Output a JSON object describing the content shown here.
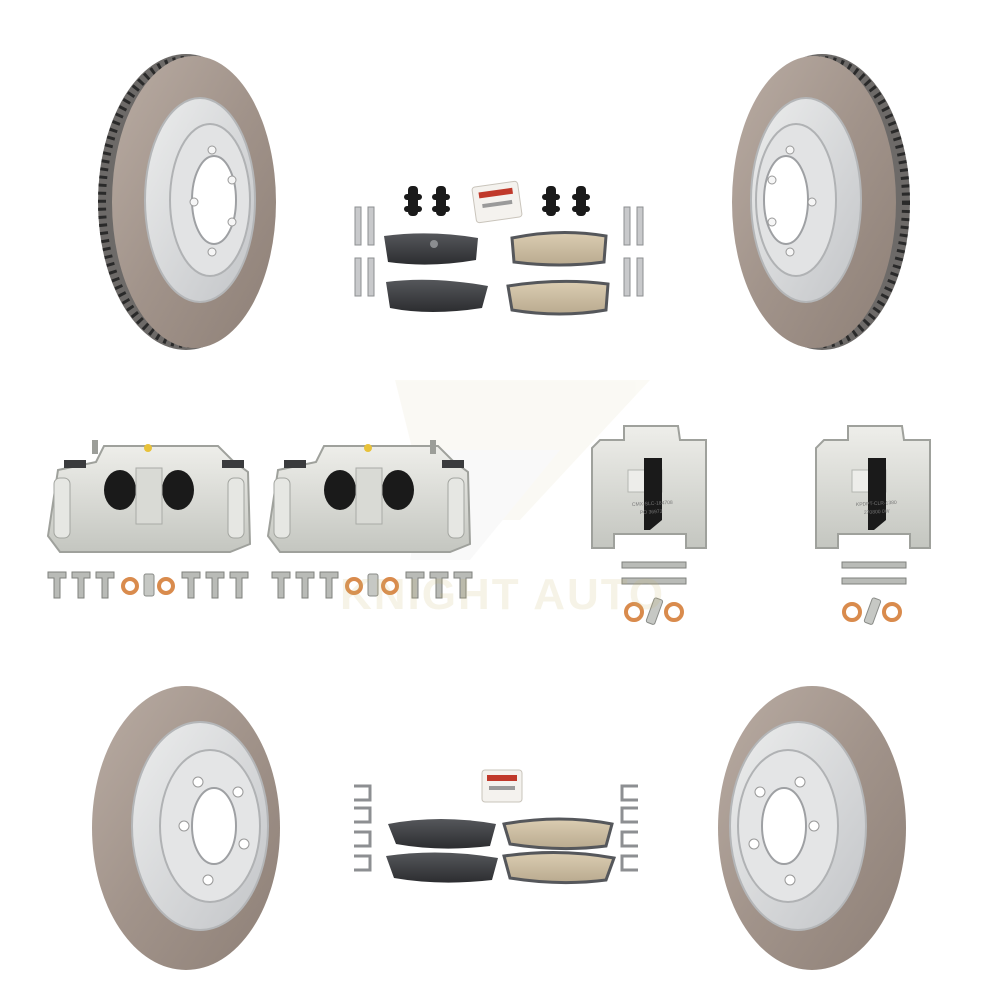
{
  "image": {
    "subject": "brake kit product photo",
    "items": [
      {
        "name": "front-rotor",
        "count": 2
      },
      {
        "name": "rear-rotor",
        "count": 2
      },
      {
        "name": "front-caliper",
        "count": 2
      },
      {
        "name": "rear-caliper",
        "count": 2
      },
      {
        "name": "rear-brake-pad-set",
        "count": 1
      },
      {
        "name": "front-brake-pad-set",
        "count": 1
      },
      {
        "name": "hardware-kit",
        "count": 4
      }
    ],
    "colors": {
      "background": "#ffffff",
      "rotor_metal": "#a8998f",
      "rotor_coating": "#d6d7d9",
      "caliper_zinc": "#d8d9d4",
      "pad_backing_black": "#3a3b3d",
      "pad_friction_ceramic": "#c9bba0",
      "seal_copper": "#d98b4d",
      "rubber_boot": "#1a1a1a"
    }
  },
  "caliper_stamps": {
    "left_rear": [
      "CMX-SLC-184708",
      "PO 36973"
    ],
    "right_rear": [
      "KPDPT-CLR-1380",
      "270800 0W"
    ]
  },
  "watermark": {
    "text": "KNIGHT AUTO"
  }
}
